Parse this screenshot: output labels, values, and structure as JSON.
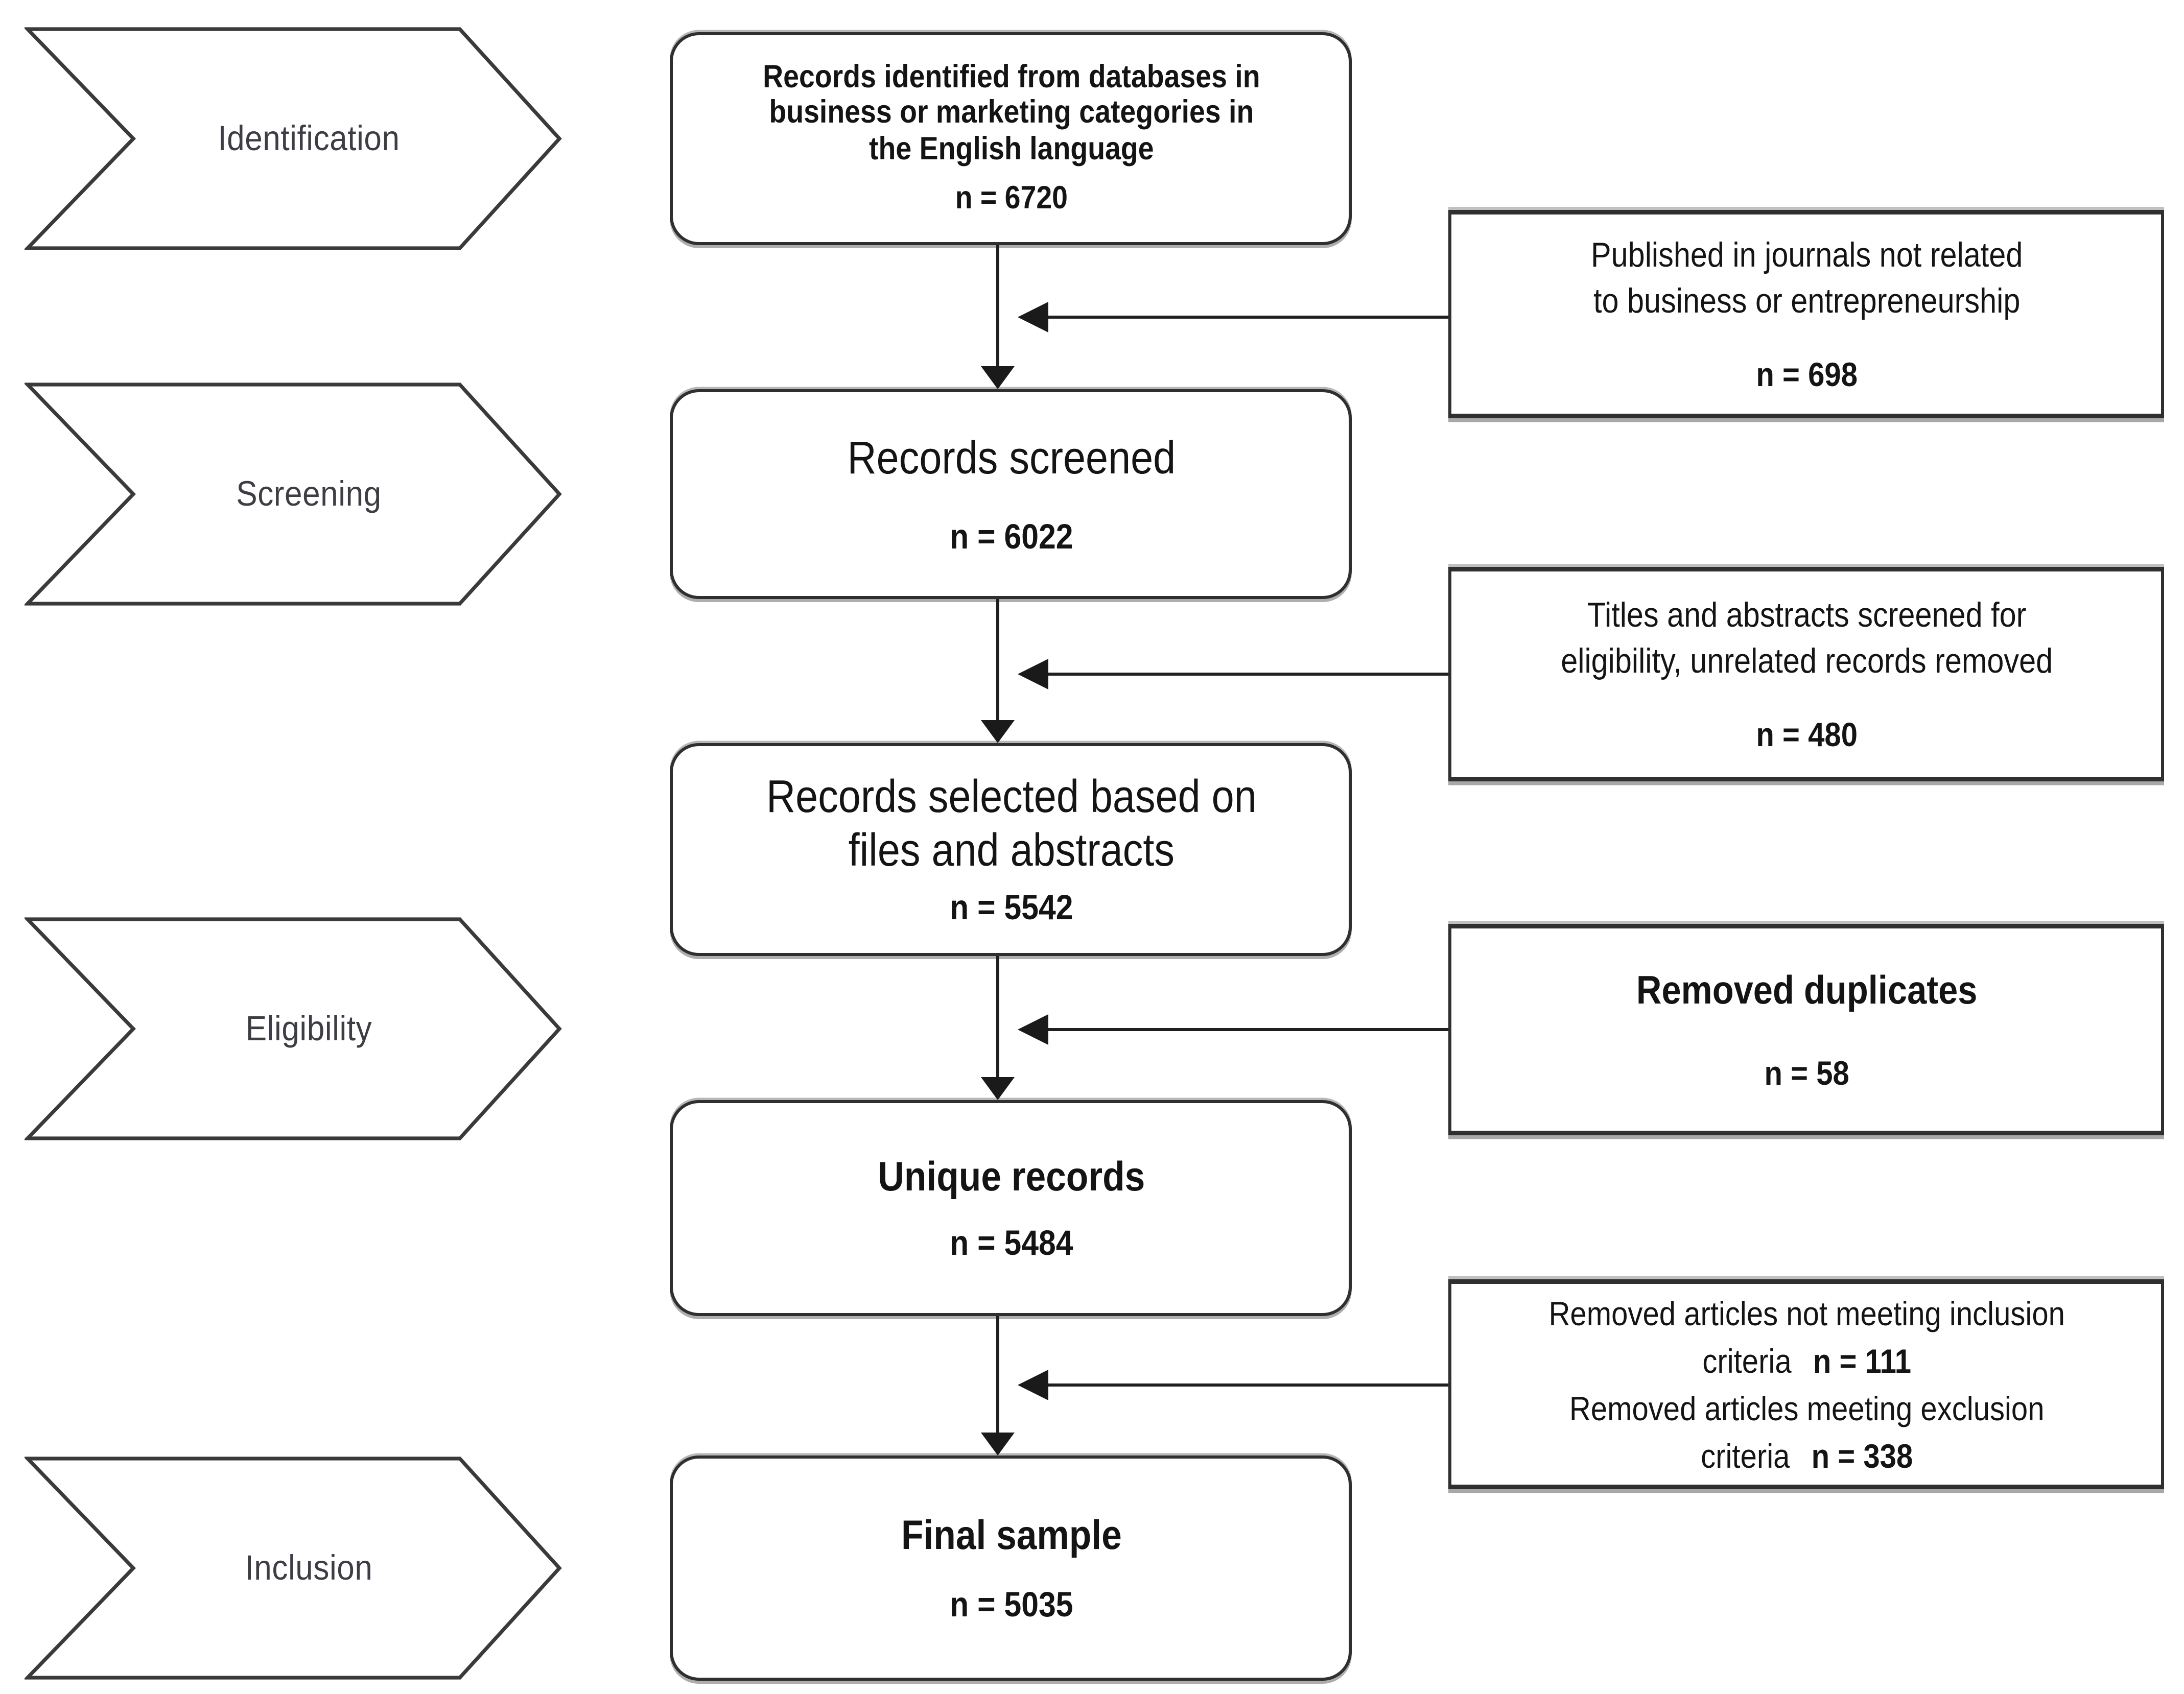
{
  "stages": {
    "s1": "Identification",
    "s2": "Screening",
    "s3": "Eligibility",
    "s4": "Inclusion"
  },
  "box1": {
    "l1": "Records identified from databases in",
    "l2": "business or marketing categories in",
    "l3": "the English language",
    "n": "n = 6720"
  },
  "box2": {
    "title": "Records screened",
    "n": "n = 6022"
  },
  "box3": {
    "l1": "Records selected based on",
    "l2": "files and abstracts",
    "n": "n = 5542"
  },
  "box4": {
    "title": "Unique records",
    "n": "n = 5484"
  },
  "box5": {
    "title": "Final sample",
    "n": "n = 5035"
  },
  "side1": {
    "l1": "Published in journals not related",
    "l2": "to business or entrepreneurship",
    "n": "n = 698"
  },
  "side2": {
    "l1": "Titles and abstracts screened for",
    "l2": "eligibility, unrelated records removed",
    "n": "n = 480"
  },
  "side3": {
    "title": "Removed duplicates",
    "n": "n = 58"
  },
  "side4": {
    "l1": "Removed articles not meeting inclusion",
    "l2pre": "criteria",
    "l2n": "n = 111",
    "l3": "Removed articles meeting exclusion",
    "l4pre": "criteria",
    "l4n": "n = 338"
  },
  "colors": {
    "ink": "#1f1f1f",
    "border": "#2f2f2f",
    "stage_label": "#3d3e45",
    "background": "#ffffff"
  }
}
